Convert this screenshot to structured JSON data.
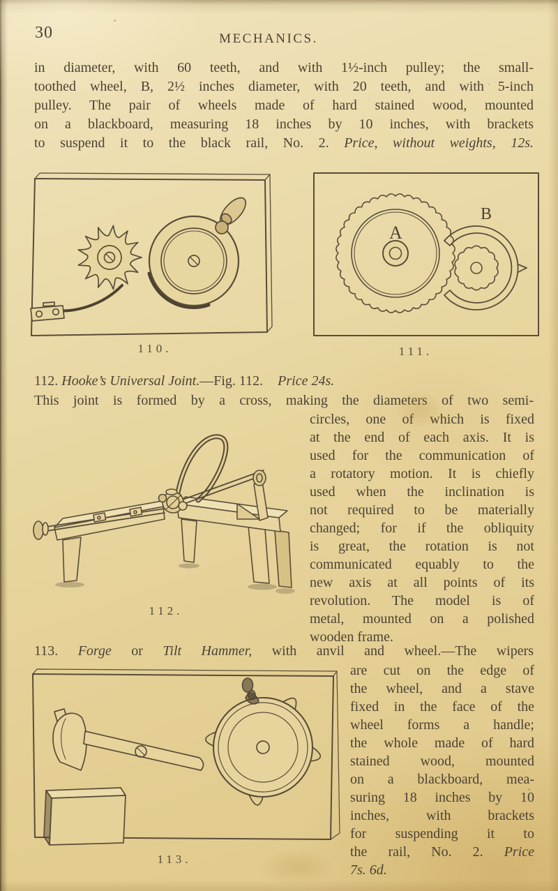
{
  "colors": {
    "paper": "#e8d6a0",
    "ink": "#4c4234"
  },
  "page": {
    "number": "30",
    "running_head": "MECHANICS."
  },
  "intro": {
    "lines": [
      "in diameter, with 60 teeth, and with 1½-inch pulley; the small-",
      "toothed wheel, B, 2½ inches diameter, with 20 teeth, and with 5-inch",
      "pulley.  The pair of wheels made of hard stained wood, mounted",
      "on a blackboard, measuring 18 inches by 10 inches, with brackets"
    ],
    "last_line": {
      "text": "to suspend it to the black rail, No. 2.",
      "price": "Price, without weights, 12s."
    }
  },
  "figures": {
    "fig110": {
      "caption": "110."
    },
    "fig111": {
      "caption": "111.",
      "label_a": "A",
      "label_b": "B"
    },
    "fig112": {
      "caption": "112."
    },
    "fig113": {
      "caption": "113."
    }
  },
  "item112": {
    "number": "112.",
    "title": "Hooke’s Universal Joint.",
    "fig_ref": "—Fig. 112.",
    "price": "Price 24s.",
    "lead_line": "This joint is formed by a cross, making the diameters of two semi-",
    "column_lines": [
      "circles, one of which is fixed",
      "at the end of each axis.  It is",
      "used for the communication of",
      "a rotatory motion.  It is chiefly",
      "used when the inclination is",
      "not required to be materially",
      "changed; for if the obliquity",
      "is great, the rotation is not",
      "communicated equably to the",
      "new axis at all points of its",
      "revolution.  The model is of",
      "metal, mounted on a polished"
    ],
    "column_last": "wooden frame."
  },
  "item113": {
    "number": "113.",
    "title_a": "Forge",
    "conj": "or",
    "title_b": "Tilt Hammer,",
    "rest": "with anvil and wheel.—The wipers",
    "column_lines": [
      "are cut on the edge of",
      "the wheel, and a stave",
      "fixed in the face of the",
      "wheel forms a handle;",
      "the whole made of hard",
      "stained wood, mounted",
      "on a blackboard, mea-",
      "suring 18 inches by 10",
      "inches, with brackets",
      "for suspending it to"
    ],
    "price_line": {
      "text": "the rail, No. 2.",
      "price": "Price"
    },
    "price_tail": "7s. 6d."
  }
}
